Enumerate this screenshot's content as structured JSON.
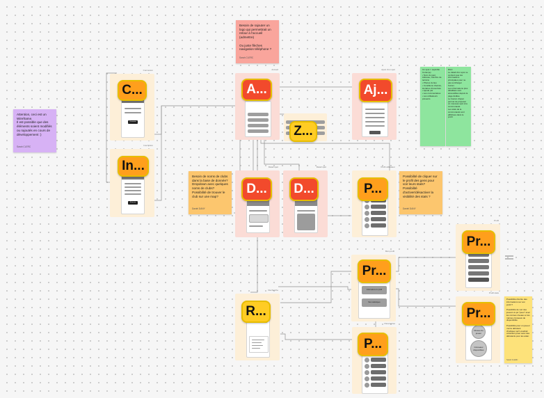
{
  "frames": [
    {
      "id": "connexion",
      "badge": "C...",
      "title": "Connexion"
    },
    {
      "id": "inscription",
      "badge": "In...",
      "title": "Inscription"
    },
    {
      "id": "accueil",
      "badge": "A...",
      "title": "Accueil"
    },
    {
      "id": "zone",
      "badge": "Z...",
      "title": ""
    },
    {
      "id": "ajout",
      "badge": "Aj...",
      "title": "Ajout d'un spot"
    },
    {
      "id": "detail1",
      "badge": "D...",
      "title": "Détail spot"
    },
    {
      "id": "detail2",
      "badge": "D...",
      "title": "Détail spot"
    },
    {
      "id": "profil-list",
      "badge": "P...",
      "title": "Profil utilisateur"
    },
    {
      "id": "profil-a",
      "badge": "Pr...",
      "title": "Profil"
    },
    {
      "id": "profil-b",
      "badge": "Pr...",
      "title": "Profil stats"
    },
    {
      "id": "profil-c",
      "badge": "Pr...",
      "title": "Mon profil"
    },
    {
      "id": "recherche",
      "badge": "R...",
      "title": "Recherche"
    },
    {
      "id": "profil-d",
      "badge": "P...",
      "title": "Paramètres"
    }
  ],
  "stickies": {
    "purple": {
      "text": "Attention, ceci est un Wireframe.\nIl est possible que des éléments soient modifiés ou rajoutés en cours de développement :)",
      "author": "Sarah CLERC",
      "color": "#d7b2f5"
    },
    "red": {
      "text": "Besoin de rajouter un logo qui permettrait un retour à l'accueil (admettre)\n\nOu juste flèches navigation téléphone ?",
      "author": "Sarah CLERC",
      "color": "#f9a59c"
    },
    "orange1": {
      "text": "Besoin de noms de clubs dans la base de donnée?\nDropdown avec quelques noms de clubs?\nPossibilité de trouver le club sur une map?",
      "author": "Daniel DANY",
      "color": "#fcc66e"
    },
    "orange2": {
      "text": "Possibilité de cliquer sur le profil des gens pour voir leurs stats?\nPossibilité d'activer/désactiver la visibilité des stats ?",
      "author": "Daniel DANY",
      "color": "#fcc66e"
    },
    "green1": {
      "text": "Un spot = Lapinifié Cortex(e)\n• Nom du spot, Adresse, Nombre de terrains\n• Photos du lieu\n• Conditions d'accès, Horaires d'ouverture\n• Ajouté par\n• Les commentaires\n• Les utilisateurs présents",
      "color": "#8ee59e"
    },
    "green2": {
      "text": "RGC\nLe détail d'un spot ne contient que les informations principales pour ne pas surcharger l'écran.\nLes informations plus détaillées sont accessibles depuis la page dédiée.\nLe bouton d'ajout permet de proposer un nouveau spot à la communauté.\nLes stats de la communauté sont affichées dans le profil.",
      "color": "#8ee59e"
    },
    "yellow": {
      "text": "Possibilité d'écrire des informations sur son profil ?\n\nPossibilité de voir des joueurs à qui \"jouer\" avec les mêmes niveaux et les mêmes créneaux de disponibilité.\n\nPossibilité pour un joueur moins débutant d'indiquer qu'il voudrait volontiers jouer avec des débutants pour les aider.",
      "author": "Sarah CLERC",
      "color": "#fde27a"
    }
  },
  "screen_text": {
    "login_button": "Connexion",
    "register_button": "S'inscrire",
    "profile_circle1": "Niveau du joueur",
    "profile_circle2": "Créneaux disponibles",
    "profile_box1": "Informations du profil",
    "profile_box2": "Mes statistiques"
  },
  "colors": {
    "badge_orange": "#ff9f1c",
    "badge_red": "#f24a2c",
    "badge_yellow": "#ffcc24",
    "frame_peach": "#fdefd8",
    "frame_pink": "#fbdcd6"
  }
}
